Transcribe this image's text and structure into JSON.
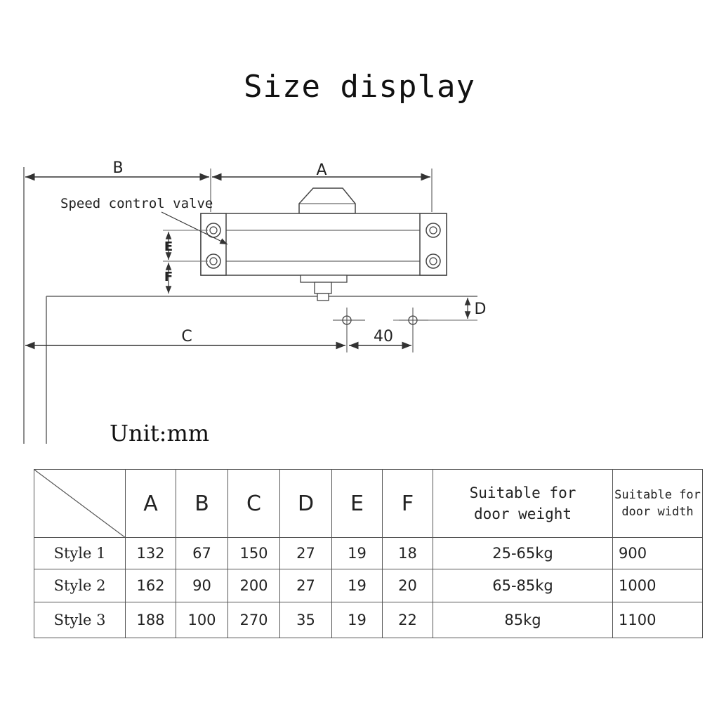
{
  "title": "Size display",
  "unit_label": "Unit:mm",
  "diagram": {
    "labels": {
      "a": "A",
      "b": "B",
      "c": "C",
      "d": "D",
      "e": "E",
      "f": "F",
      "forty": "40",
      "valve": "Speed control valve"
    }
  },
  "table": {
    "headers": [
      "A",
      "B",
      "C",
      "D",
      "E",
      "F"
    ],
    "weight_header": [
      "Suitable for",
      "door weight"
    ],
    "width_header": [
      "Suitable for",
      "door width"
    ],
    "rows": [
      {
        "style": "Style 1",
        "values": [
          "132",
          "67",
          "150",
          "27",
          "19",
          "18"
        ],
        "weight": "25-65kg",
        "width": "900"
      },
      {
        "style": "Style 2",
        "values": [
          "162",
          "90",
          "200",
          "27",
          "19",
          "20"
        ],
        "weight": "65-85kg",
        "width": "1000"
      },
      {
        "style": "Style 3",
        "values": [
          "188",
          "100",
          "270",
          "35",
          "19",
          "22"
        ],
        "weight": "85kg",
        "width": "1100"
      }
    ]
  }
}
